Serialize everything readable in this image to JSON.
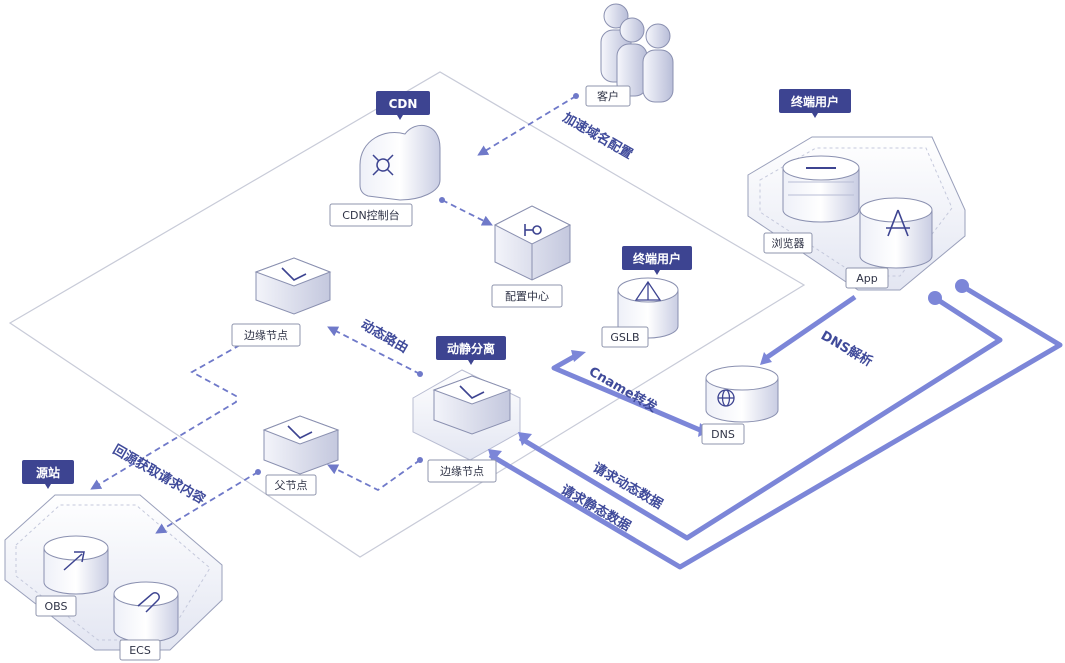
{
  "tags": {
    "cdn": "CDN",
    "end_user_top": "终端用户",
    "end_user_mid": "终端用户",
    "dynamic_static": "动静分离",
    "origin": "源站"
  },
  "labels": {
    "customer": "客户",
    "cdn_console": "CDN控制台",
    "config_center": "配置中心",
    "gslb": "GSLB",
    "browser": "浏览器",
    "app": "App",
    "edge_node_top": "边缘节点",
    "edge_node_center": "边缘节点",
    "parent_node": "父节点",
    "dns": "DNS",
    "obs": "OBS",
    "ecs": "ECS"
  },
  "flows": {
    "accel_domain_config": "加速域名配置",
    "dynamic_routing": "动态路由",
    "back_to_origin": "回源获取请求内容",
    "dns_resolve": "DNS解析",
    "cname_forward": "Cname转发",
    "request_dynamic": "请求动态数据",
    "request_static": "请求静态数据"
  },
  "colors": {
    "accent": "#3d4491",
    "flow_line": "#7c86d8",
    "dashed_line": "#6f79c9",
    "cdn_frame": "#c8cbd8"
  }
}
